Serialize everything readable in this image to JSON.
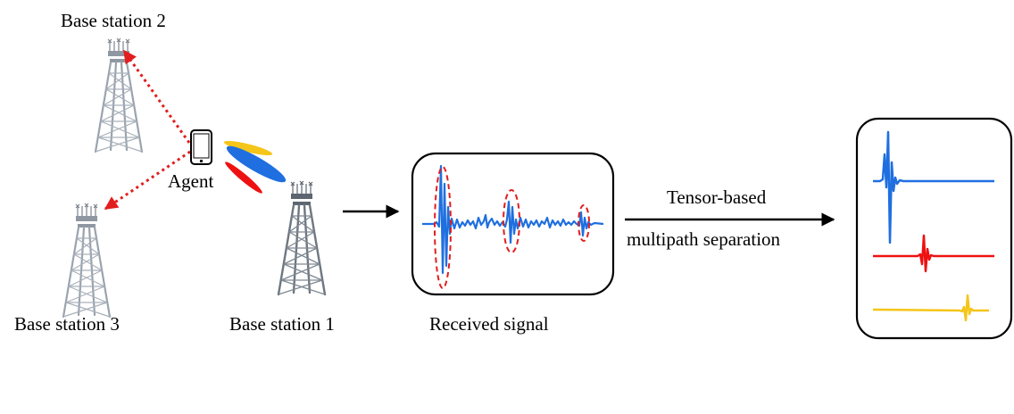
{
  "labels": {
    "base_station_1": "Base station 1",
    "base_station_2": "Base station 2",
    "base_station_3": "Base station 3",
    "agent": "Agent",
    "received_signal": "Received signal",
    "tensor_line1": "Tensor-based",
    "tensor_line2": "multipath separation"
  },
  "colors": {
    "blue": "#1f6fe0",
    "red": "#ee1111",
    "yellow": "#f5c518",
    "tower": "#9aa3ad",
    "tower_dark": "#6e7781",
    "arrow_dotted": "#e21e1e",
    "frame": "#000000"
  },
  "icons": [
    "cell-tower-icon",
    "smartphone-icon",
    "beam-icon",
    "arrow-icon",
    "waveform"
  ]
}
